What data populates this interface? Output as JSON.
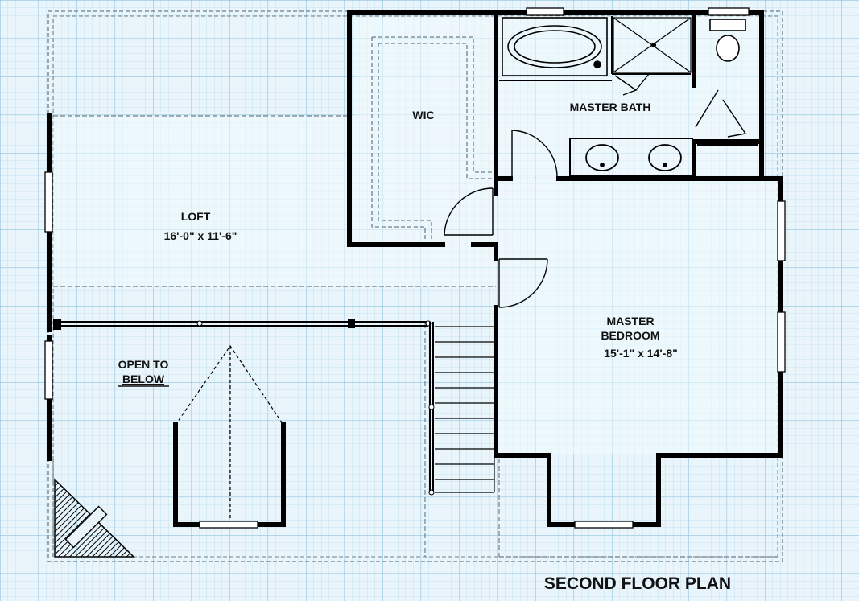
{
  "plan_title": "SECOND FLOOR PLAN",
  "rooms": {
    "loft": {
      "name": "LOFT",
      "dims": "16'-0\" x 11'-6\""
    },
    "wic": {
      "name": "WIC"
    },
    "master_bath": {
      "name": "MASTER BATH"
    },
    "master_bedroom": {
      "name_line1": "MASTER",
      "name_line2": "BEDROOM",
      "dims": "15'-1\" x 14'-8\""
    },
    "open_to_below": {
      "line1": "OPEN TO",
      "line2": "BELOW"
    }
  },
  "colors": {
    "paper": "#e9f5fb",
    "grid": "#a9d4ea",
    "floor": "#f3fafd",
    "wall": "#000000",
    "dash": "#6f7f88"
  }
}
